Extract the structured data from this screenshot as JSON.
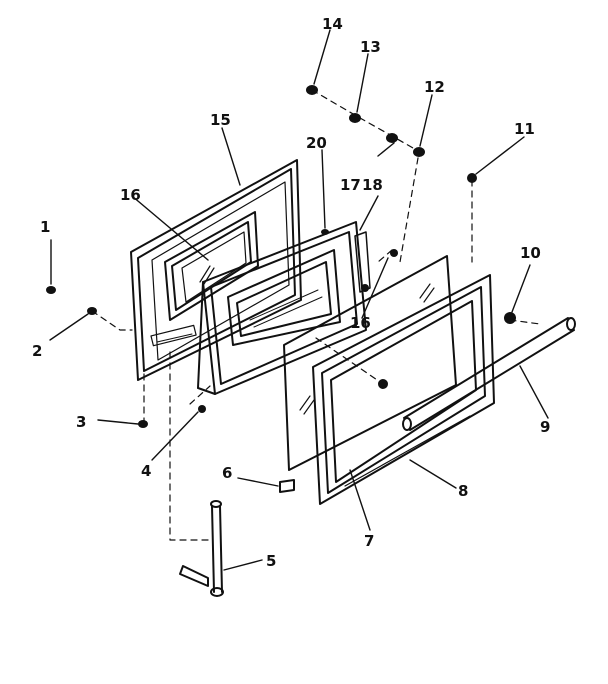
{
  "diagram": {
    "kind": "exploded-parts-view",
    "subject": "range oven door assembly",
    "line_color": "#111111",
    "background": "#ffffff",
    "callouts": [
      {
        "id": "c1",
        "text": "1"
      },
      {
        "id": "c2",
        "text": "2"
      },
      {
        "id": "c3",
        "text": "3"
      },
      {
        "id": "c4",
        "text": "4"
      },
      {
        "id": "c5",
        "text": "5"
      },
      {
        "id": "c6",
        "text": "6"
      },
      {
        "id": "c7",
        "text": "7"
      },
      {
        "id": "c8",
        "text": "8"
      },
      {
        "id": "c9",
        "text": "9"
      },
      {
        "id": "c10",
        "text": "10"
      },
      {
        "id": "c11",
        "text": "11"
      },
      {
        "id": "c12",
        "text": "12"
      },
      {
        "id": "c13",
        "text": "13"
      },
      {
        "id": "c14",
        "text": "14"
      },
      {
        "id": "c15",
        "text": "15"
      },
      {
        "id": "c16a",
        "text": "16"
      },
      {
        "id": "c16b",
        "text": "16"
      },
      {
        "id": "c17",
        "text": "17"
      },
      {
        "id": "c18",
        "text": "18"
      },
      {
        "id": "c20",
        "text": "20"
      }
    ]
  }
}
